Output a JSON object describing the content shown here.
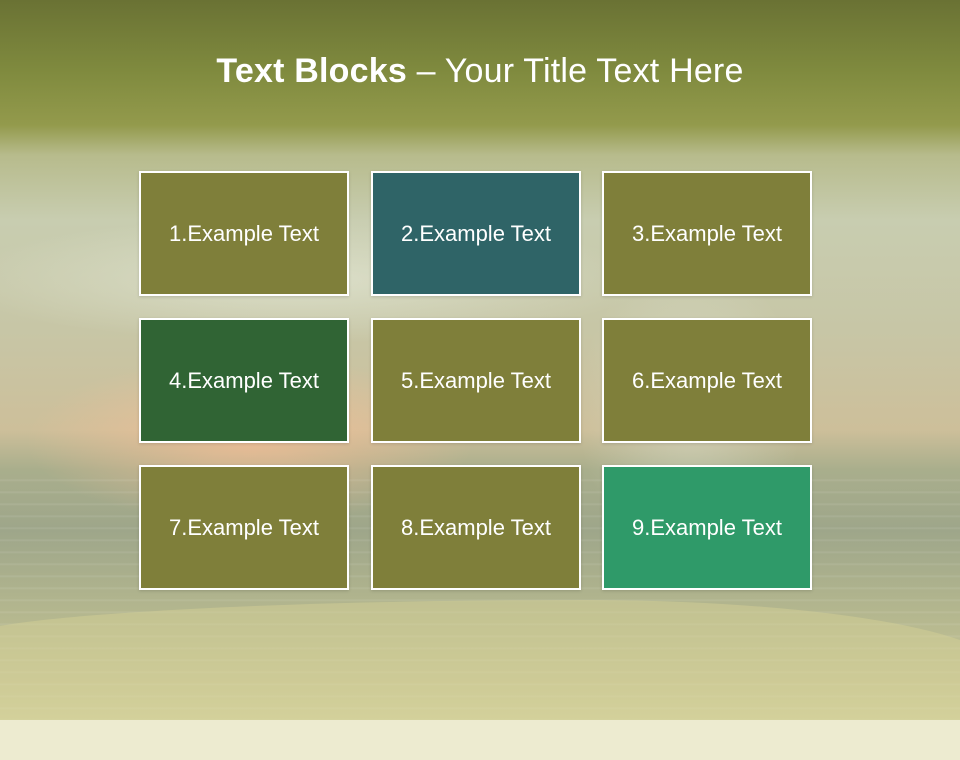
{
  "slide": {
    "title_bold": "Text Blocks",
    "title_rest": " – Your Title Text Here"
  },
  "blocks": [
    {
      "label": "1.Example Text",
      "color": "#7f7f3a"
    },
    {
      "label": "2.Example Text",
      "color": "#2f6467"
    },
    {
      "label": "3.Example Text",
      "color": "#7f7f3a"
    },
    {
      "label": "4.Example Text",
      "color": "#306434"
    },
    {
      "label": "5.Example Text",
      "color": "#7f7f3a"
    },
    {
      "label": "6.Example Text",
      "color": "#7f7f3a"
    },
    {
      "label": "7.Example Text",
      "color": "#7f7f3a"
    },
    {
      "label": "8.Example Text",
      "color": "#7f7f3a"
    },
    {
      "label": "9.Example Text",
      "color": "#2f9a69"
    }
  ]
}
